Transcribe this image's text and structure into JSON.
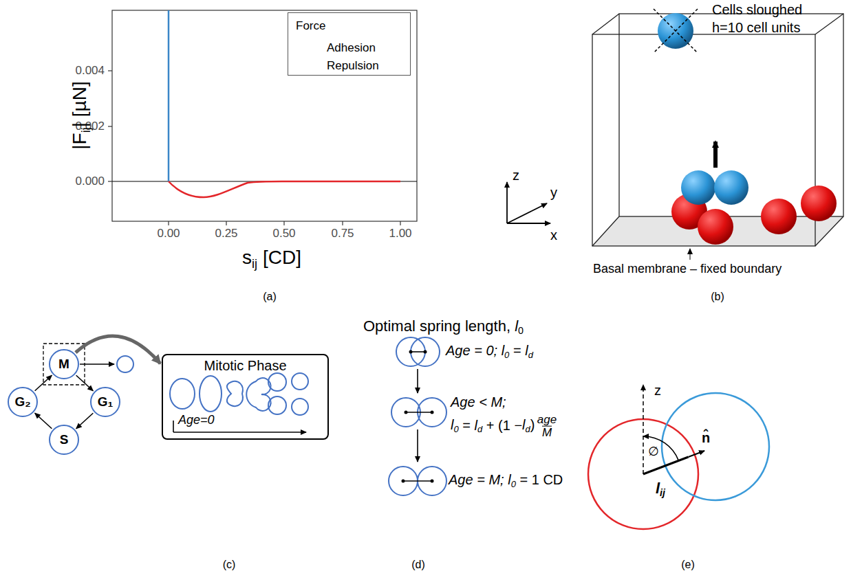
{
  "diagram": {
    "nodes": [
      {
        "text": [
          "M"
        ]
      },
      {
        "text": [
          "G₁"
        ]
      },
      {
        "text": [
          "S"
        ]
      },
      {
        "text": [
          "G₂"
        ]
      },
      {
        "text": [
          "Mitotic Phase",
          "Age=0"
        ]
      }
    ],
    "edges": [
      {
        "from": 0,
        "to": 1,
        "arrow": "to"
      },
      {
        "from": 1,
        "to": 2,
        "arrow": "to"
      },
      {
        "from": 2,
        "to": 3,
        "arrow": "to"
      },
      {
        "from": 3,
        "to": 0,
        "arrow": "to"
      },
      {
        "from": 0,
        "to": 4,
        "arrow": "to"
      }
    ],
    "labels": [
      "0.004",
      "0.002",
      "0.000",
      "0.00",
      "0.25",
      "0.50",
      "0.75",
      "1.00",
      "|F",
      "ij",
      "| [µN]",
      "s",
      "ij",
      "[CD]",
      "Force",
      "(a)",
      "Cells sloughed",
      "h=10 cell units",
      "z",
      "y",
      "x",
      "Basal membrane – fixed boundary",
      "(b)",
      "(c)",
      "Optimal spring length,",
      "l",
      "0",
      "Age = 0;",
      "l",
      "0",
      "=",
      "l",
      "d",
      "Age < M;",
      "l",
      "0",
      "=",
      "l",
      "d",
      "+ (1 −",
      "l",
      "d",
      ")",
      "age",
      "M",
      "Age = M;",
      "l",
      "0",
      "= 1 CD",
      "(d)",
      "z",
      "∅",
      "n̂",
      "l",
      "ij",
      "(e)"
    ],
    "legend": [
      {
        "text": "Adhesion"
      },
      {
        "text": "Repulsion"
      }
    ]
  }
}
